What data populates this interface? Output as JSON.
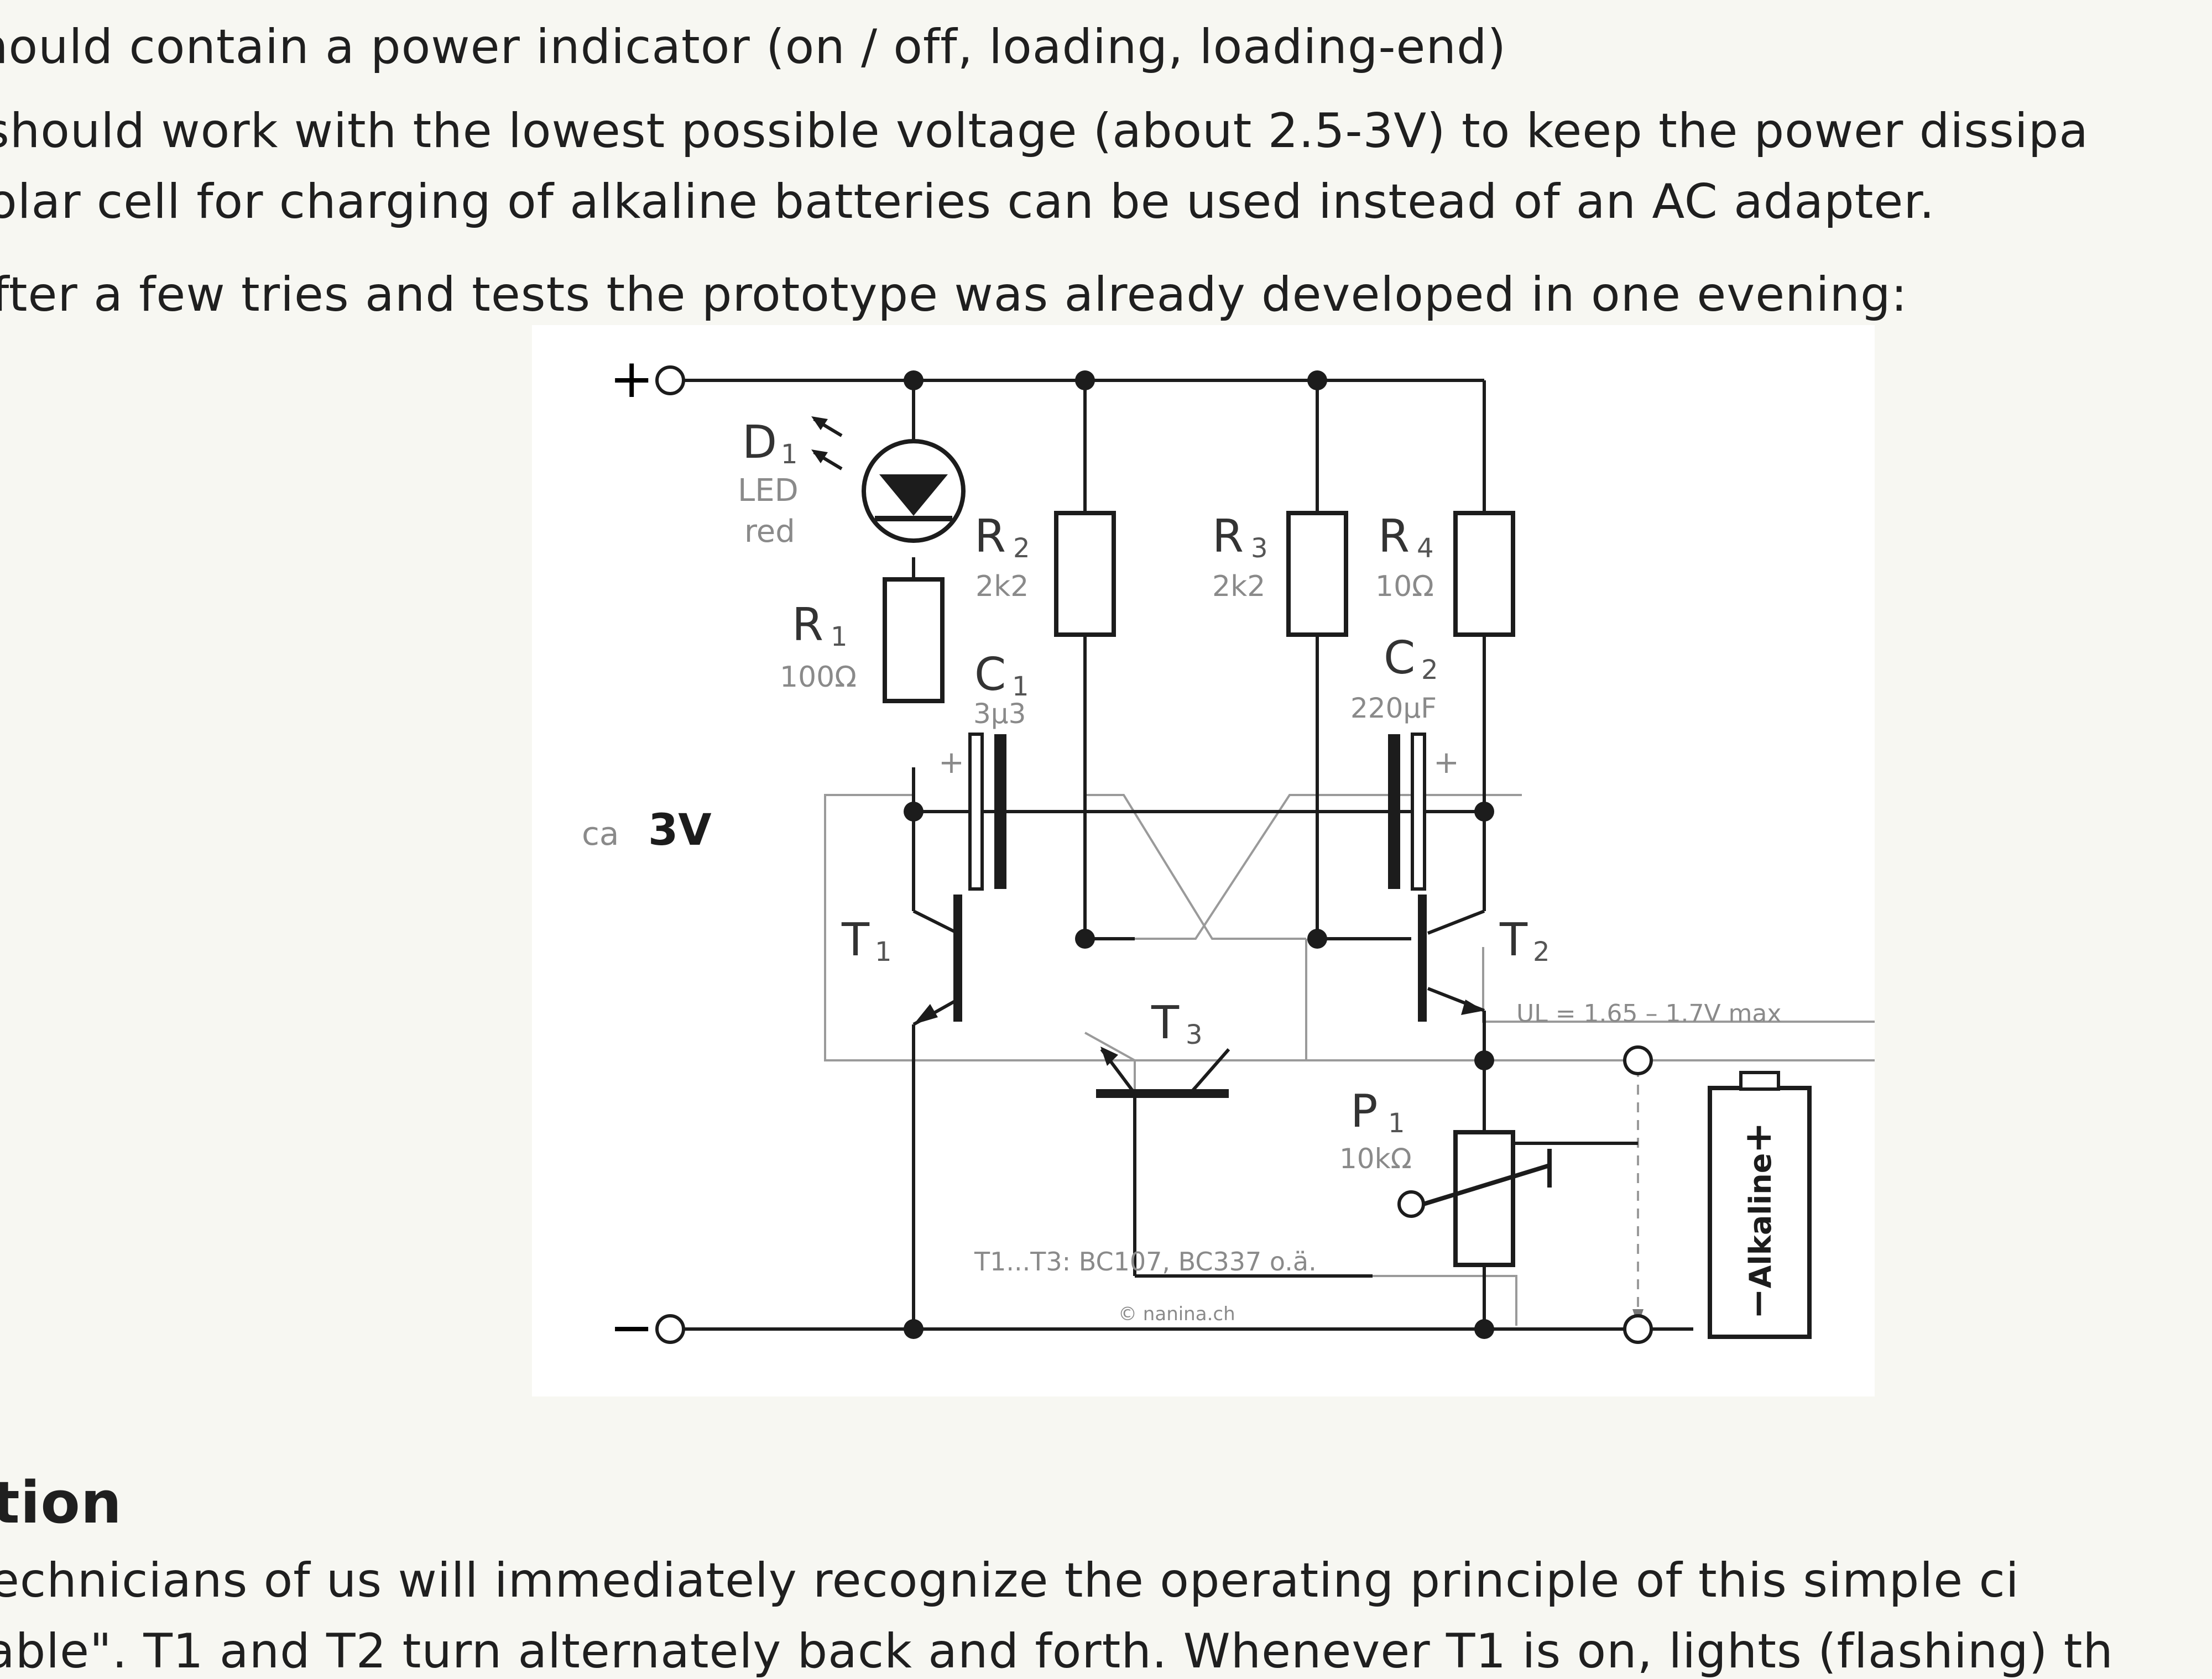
{
  "text": {
    "line1": "hould contain a power indicator (on / off, loading, loading-end)",
    "line2": "should work with the lowest possible voltage (about 2.5-3V) to keep the power dissipa",
    "line3": "olar cell for charging of alkaline batteries can be used instead of an AC adapter.",
    "line4": "fter a few tries and tests the prototype was already developed in one evening:",
    "heading": "tion",
    "line5": "echnicians of us will immediately recognize the operating principle of this simple ci",
    "line6": "able\". T1 and T2 turn alternately back and forth. Whenever T1 is on, lights (flashing) th"
  },
  "schematic": {
    "plus_terminal": "+",
    "minus_terminal": "−",
    "supply_prefix": "ca",
    "supply_voltage": "3V",
    "d1": {
      "name": "D",
      "sub": "1",
      "line1": "LED",
      "line2": "red"
    },
    "r1": {
      "name": "R",
      "sub": "1",
      "value": "100Ω"
    },
    "r2": {
      "name": "R",
      "sub": "2",
      "value": "2k2"
    },
    "r3": {
      "name": "R",
      "sub": "3",
      "value": "2k2"
    },
    "r4": {
      "name": "R",
      "sub": "4",
      "value": "10Ω"
    },
    "c1": {
      "name": "C",
      "sub": "1",
      "value": "3µ3"
    },
    "c2": {
      "name": "C",
      "sub": "2",
      "value": "220µF"
    },
    "cap_plus": "+",
    "t1": {
      "name": "T",
      "sub": "1"
    },
    "t2": {
      "name": "T",
      "sub": "2"
    },
    "t3": {
      "name": "T",
      "sub": "3"
    },
    "p1": {
      "name": "P",
      "sub": "1",
      "value": "10kΩ"
    },
    "ul_note": "UL = 1.65 – 1.7V max",
    "battery_label": "Alkaline",
    "battery_plus": "+",
    "battery_minus": "−",
    "transistor_note": "T1...T3: BC107, BC337 o.ä.",
    "credit": "© nanina.ch"
  }
}
